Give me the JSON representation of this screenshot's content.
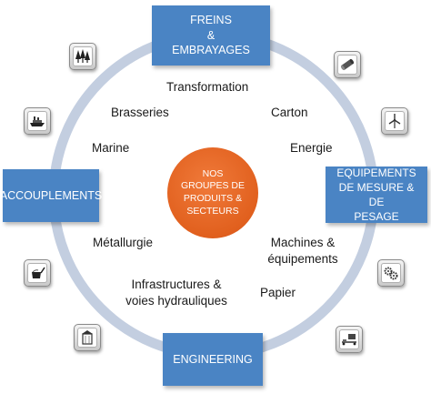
{
  "diagram": {
    "colors": {
      "ring": "#c3cee0",
      "box_fill": "#4a84c4",
      "center_fill": "#e1601e",
      "text": "#1a1a1a"
    },
    "center": {
      "line1": "NOS",
      "line2": "GROUPES DE",
      "line3": "PRODUITS &",
      "line4": "SECTEURS"
    },
    "boxes": {
      "top": {
        "line1": "FREINS",
        "line2": "&",
        "line3": "EMBRAYAGES"
      },
      "right": {
        "line1": "EQUIPEMENTS",
        "line2": "DE MESURE & DE",
        "line3": "PESAGE"
      },
      "left": {
        "line1": "ACCOUPLEMENTS"
      },
      "bottom": {
        "line1": "ENGINEERING"
      }
    },
    "sectors": {
      "transformation": "Transformation",
      "brasseries": "Brasseries",
      "carton": "Carton",
      "marine": "Marine",
      "energie": "Energie",
      "metallurgie": "Métallurgie",
      "machines_line1": "Machines &",
      "machines_line2": "équipements",
      "infrastructures_line1": "Infrastructures &",
      "infrastructures_line2": "voies hydrauliques",
      "papier": "Papier"
    },
    "icons": [
      "trees-icon",
      "paper-roll-icon",
      "ship-icon",
      "wind-turbine-icon",
      "ladle-icon",
      "gears-icon",
      "grain-silo-icon",
      "conveyor-machine-icon"
    ]
  }
}
